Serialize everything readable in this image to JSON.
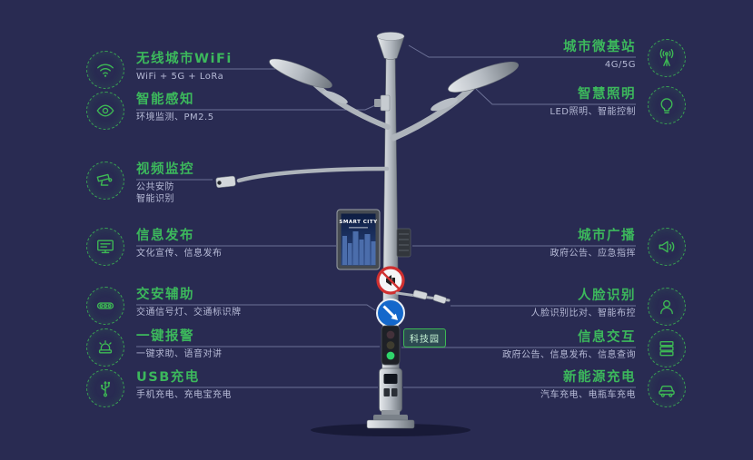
{
  "theme": {
    "background": "#292b52",
    "accent_green": "#3db954",
    "title_color": "#3cb85c",
    "subtitle_color": "#b6bad6",
    "sign_red": "#d03030",
    "sign_blue": "#1468cb"
  },
  "pole": {
    "screen_title": "SMART CITY",
    "badge_label": "科技园"
  },
  "left": {
    "items": [
      {
        "icon": "wifi-icon",
        "title": "无线城市WiFi",
        "subtitle": "WiFi + 5G + LoRa"
      },
      {
        "icon": "sensor-eye-icon",
        "title": "智能感知",
        "subtitle": "环境监测、PM2.5"
      },
      {
        "icon": "cctv-camera-icon",
        "title": "视频监控",
        "subtitle": "公共安防",
        "subtitle2": "智能识别"
      },
      {
        "icon": "display-screen-icon",
        "title": "信息发布",
        "subtitle": "文化宣传、信息发布"
      },
      {
        "icon": "traffic-signal-icon",
        "title": "交安辅助",
        "subtitle": "交通信号灯、交通标识牌"
      },
      {
        "icon": "alarm-siren-icon",
        "title": "一键报警",
        "subtitle": "一键求助、语音对讲"
      },
      {
        "icon": "usb-icon",
        "title": "USB充电",
        "subtitle": "手机充电、充电宝充电"
      }
    ]
  },
  "right": {
    "items": [
      {
        "icon": "antenna-tower-icon",
        "title": "城市微基站",
        "subtitle": "4G/5G"
      },
      {
        "icon": "light-bulb-icon",
        "title": "智慧照明",
        "subtitle": "LED照明、智能控制"
      },
      {
        "icon": "loudspeaker-icon",
        "title": "城市广播",
        "subtitle": "政府公告、应急指挥"
      },
      {
        "icon": "face-id-icon",
        "title": "人脸识别",
        "subtitle": "人脸识别比对、智能布控"
      },
      {
        "icon": "info-panels-icon",
        "title": "信息交互",
        "subtitle": "政府公告、信息发布、信息查询"
      },
      {
        "icon": "ev-car-icon",
        "title": "新能源充电",
        "subtitle": "汽车充电、电瓶车充电"
      }
    ]
  }
}
